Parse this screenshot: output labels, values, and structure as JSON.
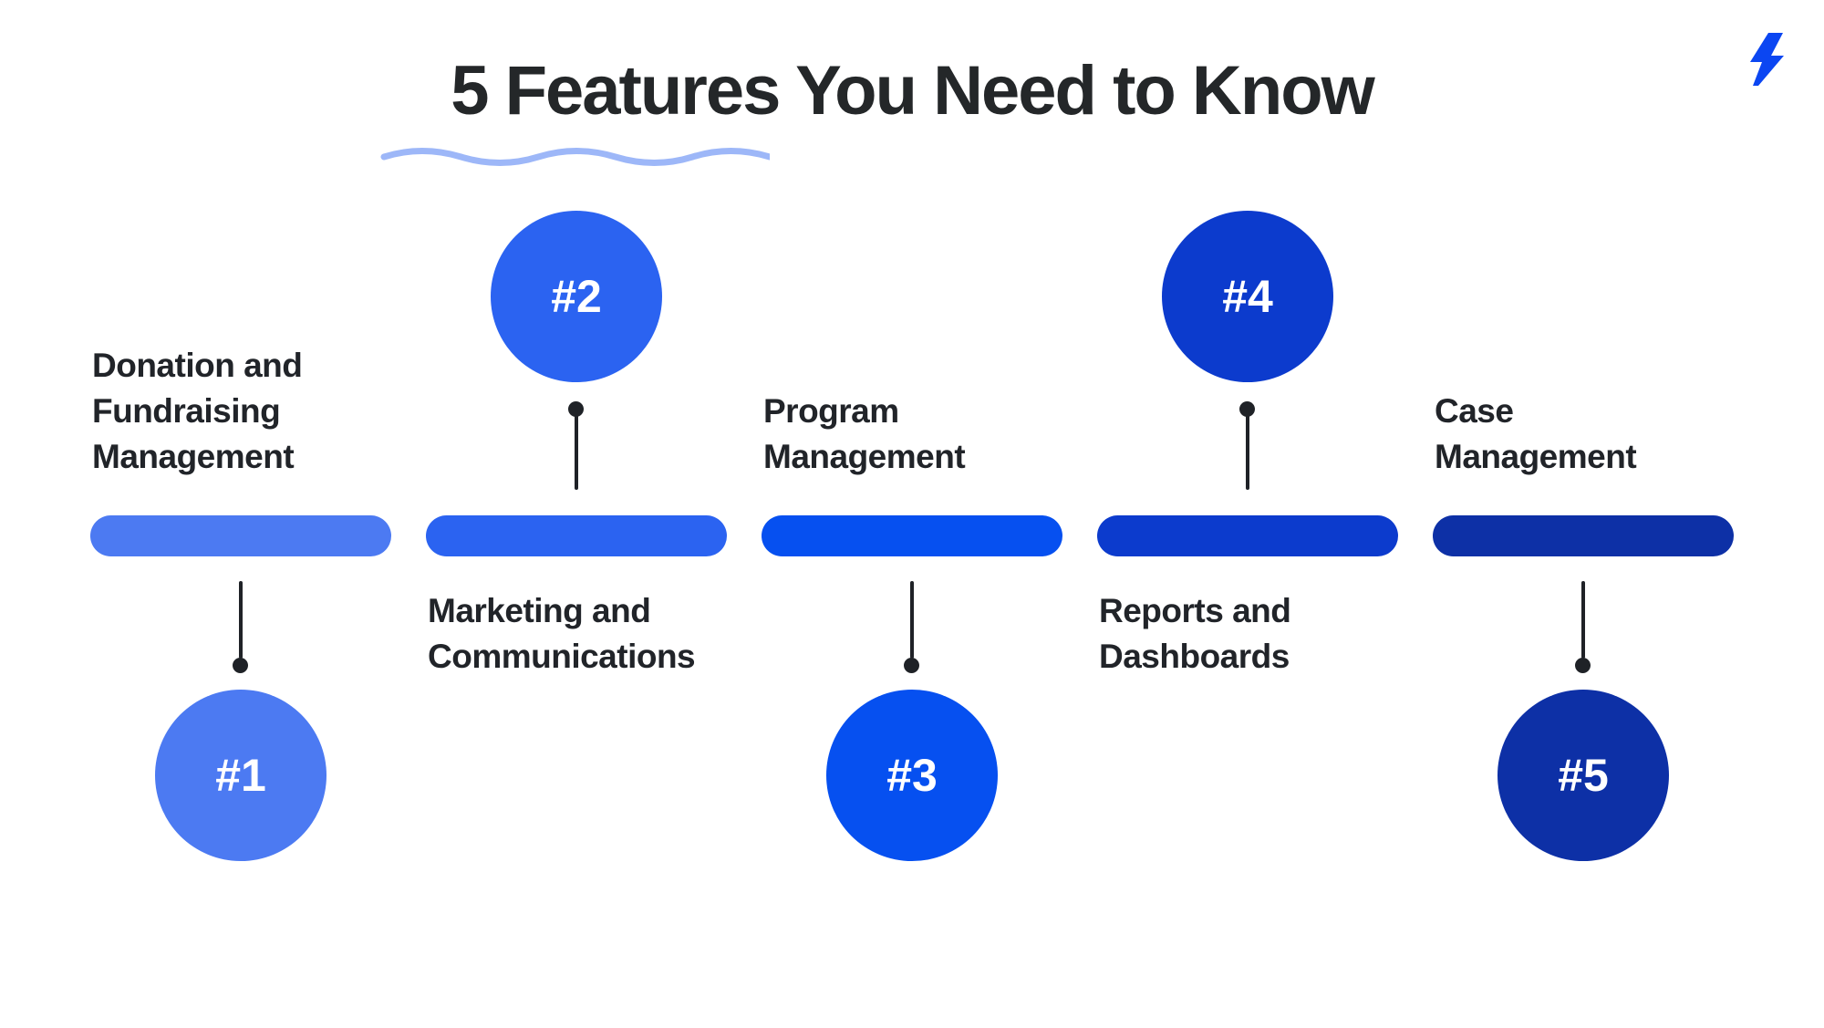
{
  "header": {
    "title": "5 Features You Need to Know"
  },
  "brand": {
    "logo_icon": "lightning-bolt-icon",
    "logo_color": "#0B46F2"
  },
  "styles": {
    "background": "#FFFFFF",
    "title_color": "#242729",
    "label_color": "#212429",
    "underline_color": "#9DB7F8",
    "connector_color": "#1F2227",
    "circle_number_color": "#FFFFFF"
  },
  "features": [
    {
      "number": "#1",
      "label": "Donation and\nFundraising\nManagement",
      "color": "#4C7AF2",
      "circle_position": "below-bar",
      "label_position": "above-bar"
    },
    {
      "number": "#2",
      "label": "Marketing and\nCommunications",
      "color": "#2B63F1",
      "circle_position": "above-bar",
      "label_position": "below-bar"
    },
    {
      "number": "#3",
      "label": "Program\nManagement",
      "color": "#0650F0",
      "circle_position": "below-bar",
      "label_position": "above-bar"
    },
    {
      "number": "#4",
      "label": "Reports and\nDashboards",
      "color": "#0C3BCD",
      "circle_position": "above-bar",
      "label_position": "below-bar"
    },
    {
      "number": "#5",
      "label": "Case\nManagement",
      "color": "#0D30A6",
      "circle_position": "below-bar",
      "label_position": "above-bar"
    }
  ]
}
